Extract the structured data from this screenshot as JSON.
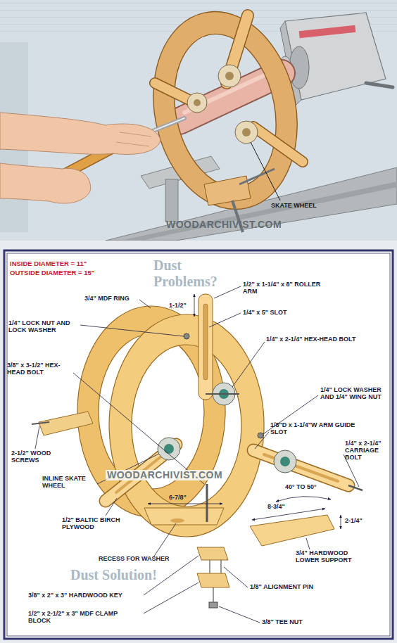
{
  "diagram": {
    "labels": [
      "SKATE WHEEL",
      "WOODARCHIVIST.COM",
      "INSIDE DIAMETER = 11\"",
      "OUTSIDE DIAMETER = 15\"",
      "Dust Problems?",
      "3/4\" MDF RING",
      "1-1/2\"",
      "1/2\" x 1-1/4\" x 8\" ROLLER ARM",
      "1/4\" x 5\" SLOT",
      "1/4\" LOCK NUT AND LOCK WASHER",
      "1/4\" x 2-1/4\" HEX-HEAD BOLT",
      "3/8\" x 3-1/2\" HEX-HEAD BOLT",
      "1/4\" LOCK WASHER AND 1/4\" WING NUT",
      "1/8\"D x 1-1/4\"W ARM GUIDE SLOT",
      "1/4\" x 2-1/4\" CARRIAGE BOLT",
      "2-1/2\" WOOD SCREWS",
      "WOODARCHIVIST.COM",
      "INLINE SKATE WHEEL",
      "40° TO 50°",
      "1/2\" BALTIC BIRCH PLYWOOD",
      "6-7/8\"",
      "2-1/4\"",
      "8-3/4\"",
      "3/4\" HARDWOOD LOWER SUPPORT",
      "RECESS FOR WASHER",
      "Dust Solution!",
      "3/8\" x 2\" x 3\" HARDWOOD KEY",
      "1/8\" ALIGNMENT PIN",
      "1/2\" x 2-1/2\" x 3\" MDF CLAMP BLOCK",
      "3/8\" TEE NUT"
    ]
  }
}
